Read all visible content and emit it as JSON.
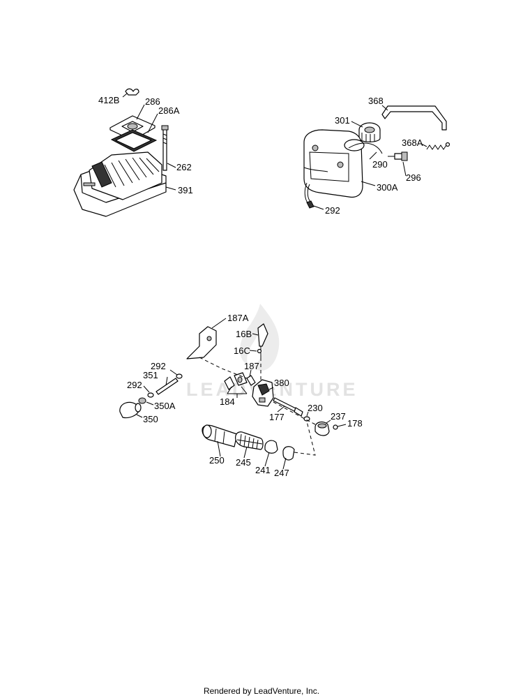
{
  "watermark": {
    "text": "LEADVENTURE"
  },
  "footer": {
    "text": "Rendered by LeadVenture, Inc."
  },
  "groups": {
    "engine_cover": {
      "labels": [
        "412B",
        "286",
        "286A",
        "262",
        "391"
      ]
    },
    "fuel_tank": {
      "labels": [
        "368",
        "301",
        "368A",
        "290",
        "296",
        "300A",
        "292"
      ]
    },
    "carburetor": {
      "labels": [
        "187A",
        "16B",
        "16C",
        "187",
        "292",
        "351",
        "292",
        "380",
        "350A",
        "184",
        "230",
        "350",
        "177",
        "237",
        "178",
        "250",
        "245",
        "241",
        "247"
      ]
    }
  }
}
